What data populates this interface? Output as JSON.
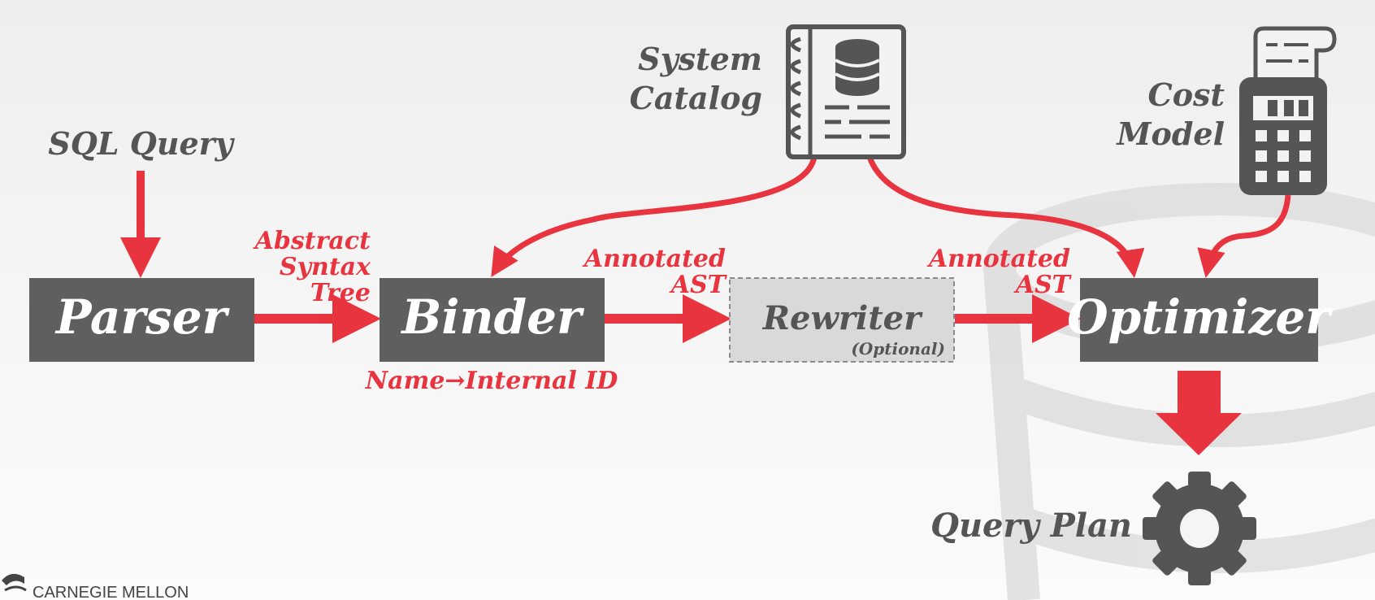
{
  "nodes": {
    "parser": "Parser",
    "binder": "Binder",
    "rewriter": "Rewriter",
    "rewriter_note": "(Optional)",
    "optimizer": "Optimizer"
  },
  "inputs": {
    "sql_query": "SQL Query",
    "system_catalog_line1": "System",
    "system_catalog_line2": "Catalog",
    "cost_model_line1": "Cost",
    "cost_model_line2": "Model",
    "query_plan": "Query Plan"
  },
  "edge_labels": {
    "ast_line1": "Abstract",
    "ast_line2": "Syntax",
    "ast_line3": "Tree",
    "annotated1_line1": "Annotated",
    "annotated1_line2": "AST",
    "annotated2_line1": "Annotated",
    "annotated2_line2": "AST",
    "binder_note": "Name→Internal ID"
  },
  "footer": {
    "org": "CARNEGIE MELLON"
  },
  "colors": {
    "box": "#5f5f5f",
    "accent_red": "#e8343f",
    "icon_gray": "#555555",
    "rewriter_fill": "#d9d9d9"
  },
  "icons": [
    "notebook-database-icon",
    "calculator-receipt-icon",
    "gear-icon",
    "cmu-logo-icon"
  ]
}
